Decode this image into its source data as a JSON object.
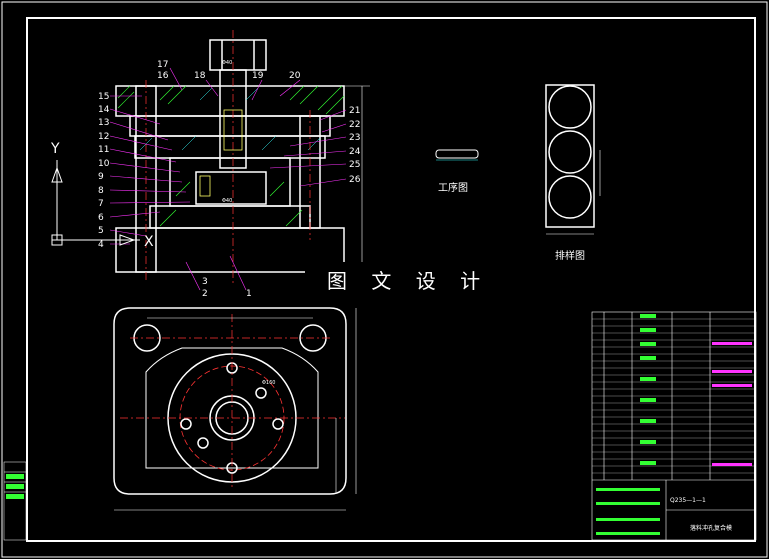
{
  "drawing": {
    "watermark": "图 文 设 计",
    "process_caption": "工序图",
    "layout_caption": "排样图",
    "part_labels": [
      "1",
      "2",
      "3",
      "4",
      "5",
      "6",
      "7",
      "8",
      "9",
      "10",
      "11",
      "12",
      "13",
      "14",
      "15",
      "16",
      "17",
      "18",
      "19",
      "20",
      "21",
      "22",
      "23",
      "24",
      "25",
      "26"
    ],
    "axis_y_label": "Y",
    "axis_x_label": "X",
    "title_block_name": "Q235—1—1",
    "title_block_sub": "落料冲孔复合模",
    "colors": {
      "outline": "#ffffff",
      "label": "#ff33ff",
      "centerline": "#ff3333",
      "dimension": "#33ffff",
      "hatch": "#33ff33",
      "highlight": "#ffff66"
    }
  }
}
